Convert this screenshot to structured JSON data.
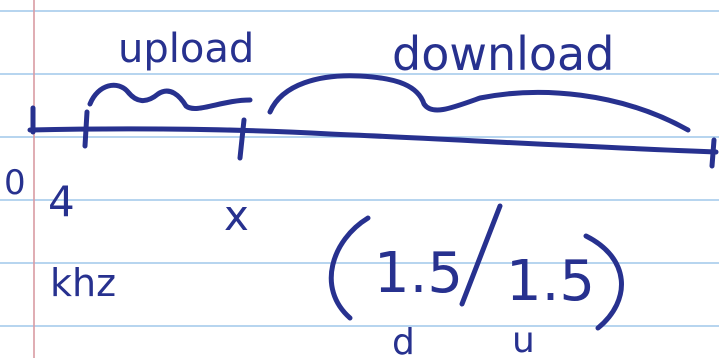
{
  "notes": {
    "segment_upload_label": "upload",
    "segment_download_label": "download",
    "tick_zero_label": "0",
    "tick_four_label": "4",
    "tick_x_label": "x",
    "unit_label": "khz",
    "ratio_left": "1.5",
    "ratio_right": "1.5",
    "ratio_left_sub": "d",
    "ratio_right_sub": "u"
  },
  "colors": {
    "ink": "#27318f",
    "ruled_line": "#9fc7ea",
    "margin_line": "#d89aa2",
    "paper": "#ffffff"
  }
}
